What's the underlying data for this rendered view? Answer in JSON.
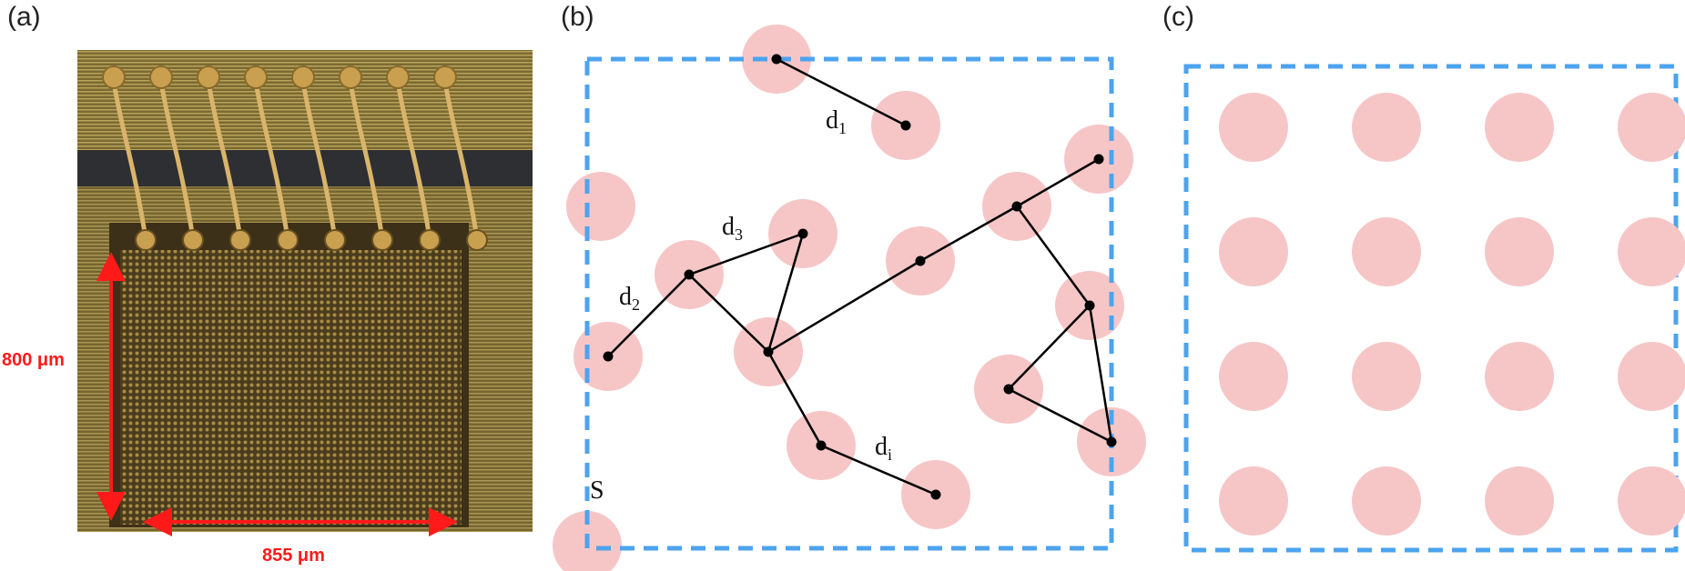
{
  "panels": {
    "a": {
      "label": "(a)",
      "height_label": "800 μm",
      "width_label": "855 μm"
    },
    "b": {
      "label": "(b)",
      "source_label": "S",
      "distance_labels": [
        {
          "base": "d",
          "sub": "1"
        },
        {
          "base": "d",
          "sub": "2"
        },
        {
          "base": "d",
          "sub": "3"
        },
        {
          "base": "d",
          "sub": "i"
        }
      ]
    },
    "c": {
      "label": "(c)"
    }
  },
  "colors": {
    "node_disk": "#f6c6c6",
    "boundary": "#4da3ef",
    "edge": "#000000",
    "dimension": "#ff1a1a",
    "photo_base": "#5a4a26",
    "photo_grain": "#a88b45"
  },
  "photo": {
    "wire_bond_count": 8
  },
  "grid": {
    "rows": 4,
    "cols": 4
  }
}
